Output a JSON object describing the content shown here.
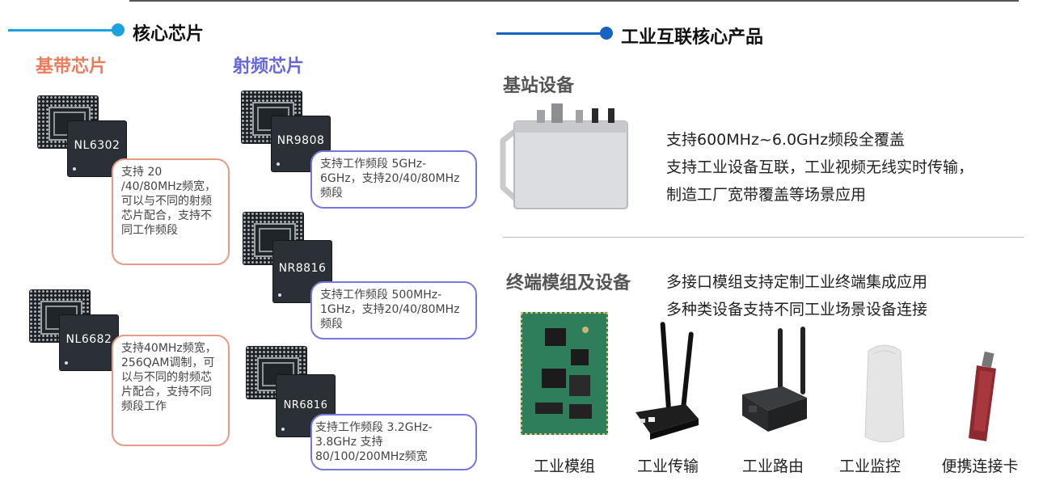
{
  "left": {
    "section_title": "核心芯片",
    "baseband_title": "基带芯片",
    "rf_title": "射频芯片",
    "chips": [
      {
        "model": "NL6302",
        "desc": "支持 20 /40/80MHz频宽，可以与不同的射频芯片配合，支持不同工作频段"
      },
      {
        "model": "NL6682",
        "desc": "支持40MHz频宽，256QAM调制，可以与不同的射频芯片配合，支持不同频段工作"
      },
      {
        "model": "NR9808",
        "desc": "支持工作频段 5GHz-6GHz，支持20/40/80MHz 频段"
      },
      {
        "model": "NR8816",
        "desc": "支持工作频段 500MHz-1GHz，支持20/40/80MHz频段"
      },
      {
        "model": "NR6816",
        "desc": "支持工作频段 3.2GHz-3.8GHz 支持80/100/200MHz频宽"
      }
    ]
  },
  "right": {
    "section_title": "工业互联核心产品",
    "base_station": {
      "title": "基站设备",
      "lines": [
        "支持600MHz~6.0GHz频段全覆盖",
        "支持工业设备互联，工业视频无线实时传输，",
        "制造工厂宽带覆盖等场景应用"
      ]
    },
    "terminal": {
      "title": "终端模组及设备",
      "lines": [
        "多接口模组支持定制工业终端集成应用",
        "多种类设备支持不同工业场景设备连接"
      ],
      "products": [
        "工业模组",
        "工业传输",
        "工业路由",
        "工业监控",
        "便携连接卡"
      ]
    }
  },
  "colors": {
    "baseband": "#ec7c5c",
    "rf": "#6666dd",
    "left_accent": "#1aa3e0",
    "right_accent": "#1565c0"
  }
}
